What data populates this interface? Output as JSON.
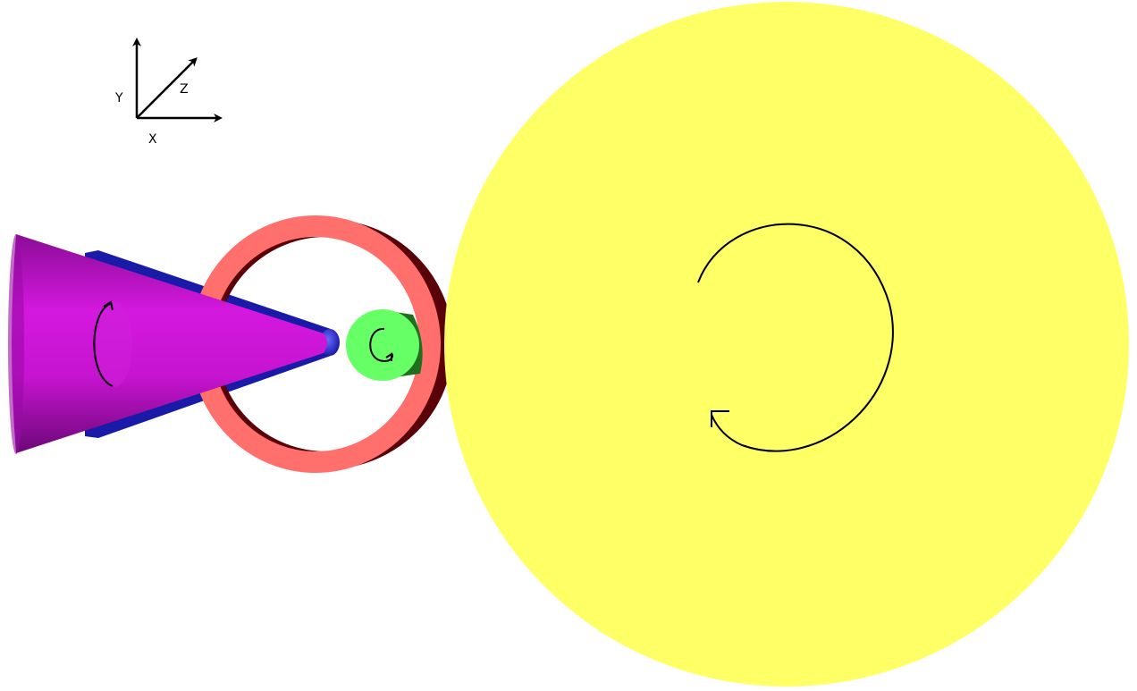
{
  "axes": {
    "x_label": "X",
    "y_label": "Y",
    "z_label": "Z"
  },
  "colors": {
    "background": "#ffffff",
    "yellow_disk": "#ffff66",
    "ring_front": "#ff6f6b",
    "ring_back": "#5a0008",
    "green_cylinder_face": "#66ff66",
    "green_cylinder_side": "#1f6f1f",
    "cone": "#c010c8",
    "cone_dark": "#7a0a86",
    "blue_cylinder": "#1a1aa8",
    "arrow": "#000000"
  },
  "objects": [
    {
      "name": "yellow-disk",
      "shape": "disk"
    },
    {
      "name": "red-ring",
      "shape": "torus"
    },
    {
      "name": "green-cylinder",
      "shape": "cylinder"
    },
    {
      "name": "magenta-cone",
      "shape": "cone"
    },
    {
      "name": "blue-cylinder",
      "shape": "cylinder"
    }
  ]
}
